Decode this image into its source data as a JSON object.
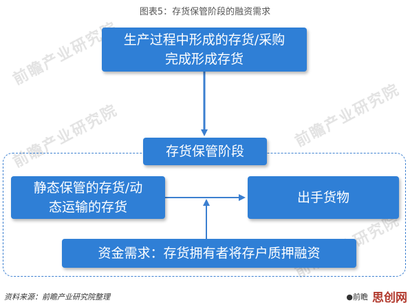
{
  "title": "图表5：存货保管阶段的融资需求",
  "nodes": {
    "top": [
      "生产过程中形成的存货/采购",
      "完成形成存货"
    ],
    "middle": "存货保管阶段",
    "left": [
      "静态保管的存货/动",
      "态运输的存货"
    ],
    "right": "出手货物",
    "bottom": "资金需求：存货拥有者将存户质押融资"
  },
  "watermark": "前瞻产业研究院",
  "source": "资料来源：前瞻产业研究院整理",
  "brand": {
    "label": "●前瞻",
    "site": "思创网"
  },
  "colors": {
    "box": "#2f7fd6",
    "arrow": "#3b7fd0",
    "text": "#ffffff"
  }
}
